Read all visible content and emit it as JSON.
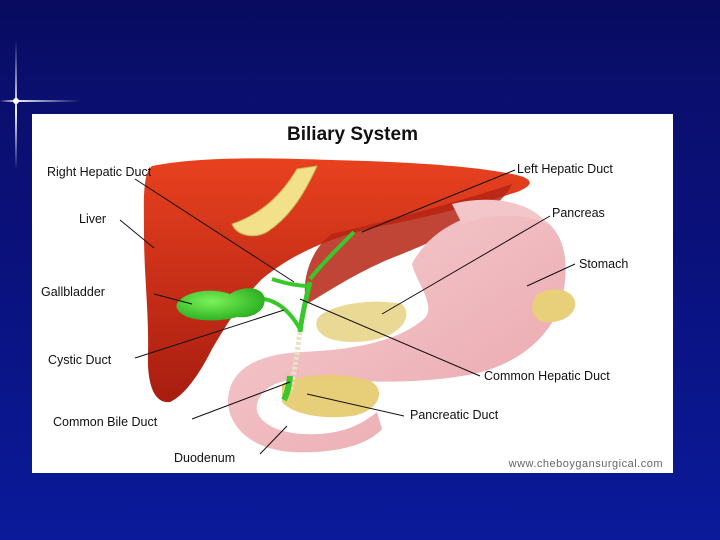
{
  "diagram": {
    "title": "Biliary System",
    "credit": "www.cheboygansurgical.com",
    "labels": {
      "right_hepatic_duct": "Right Hepatic Duct",
      "left_hepatic_duct": "Left Hepatic Duct",
      "liver": "Liver",
      "pancreas": "Pancreas",
      "stomach": "Stomach",
      "gallbladder": "Gallbladder",
      "cystic_duct": "Cystic Duct",
      "common_hepatic_duct": "Common Hepatic Duct",
      "common_bile_duct": "Common Bile Duct",
      "pancreatic_duct": "Pancreatic Duct",
      "duodenum": "Duodenum"
    },
    "colors": {
      "liver": "#d8321c",
      "stomach": "#f2bcc0",
      "pancreas": "#e8cf7a",
      "gallbladder": "#39d42c",
      "background": "#0a1078"
    }
  }
}
